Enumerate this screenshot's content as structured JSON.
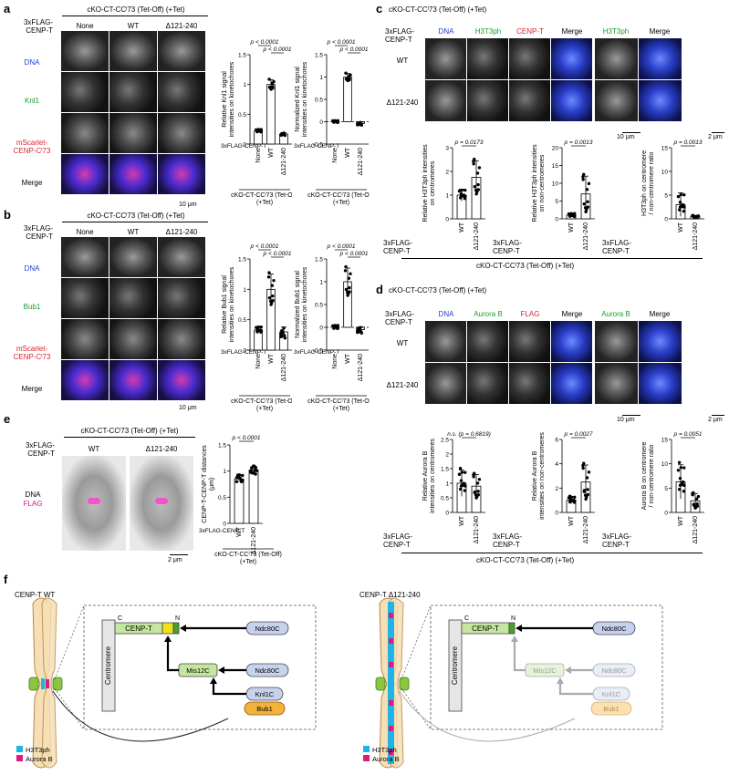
{
  "panel_labels": {
    "a": "a",
    "b": "b",
    "c": "c",
    "d": "d",
    "e": "e",
    "f": "f"
  },
  "common": {
    "construct": "3xFLAG-CENP-T",
    "condition_top": "cKO-CT-CCˡ73 (Tet-Off) (+Tet)",
    "condition_axis": "cKO-CT-CCˡ73 (Tet-Off)",
    "tet": "(+Tet)",
    "cols3": [
      "None",
      "WT",
      "Δ121-240"
    ],
    "cols2": [
      "WT",
      "Δ121-240"
    ],
    "scale_10": "10 μm",
    "scale_2": "2 μm"
  },
  "panel_a": {
    "rows": [
      "DNA",
      "Knl1",
      "mScarlet-CENP-Cˡ73",
      "Merge"
    ],
    "ylabel1": "Relative Knl1 signal intensities on kinetochores",
    "ylabel2": "Normalized Knl1 signal intensities on kinetochores",
    "p1a": "p < 0.0001",
    "p1b": "p < 0.0001",
    "p2a": "p < 0.0001",
    "p2b": "p < 0.0001"
  },
  "panel_b": {
    "rows": [
      "DNA",
      "Bub1",
      "mScarlet-CENP-Cˡ73",
      "Merge"
    ],
    "ylabel1": "Relative Bub1 signal intensities on kinetochores",
    "ylabel2": "Normalized Bub1 signal intensities on kinetochores",
    "p1a": "p < 0.0001",
    "p1b": "p < 0.0001",
    "p2a": "p < 0.0001",
    "p2b": "p < 0.0001"
  },
  "panel_c": {
    "cols": [
      "DNA",
      "H3T3ph",
      "CENP-T",
      "Merge",
      "H3T3ph",
      "Merge"
    ],
    "rows": [
      "WT",
      "Δ121-240"
    ],
    "ylabel1": "Relative H3T3ph intensities on centromeres",
    "ylabel2": "Relative H3T3ph intensities on non-centromeres",
    "ylabel3": "H3T3ph on centromere / non-centromere ratio",
    "p1": "p = 0.0173",
    "p2": "p = 0.0013",
    "p3": "p = 0.0013"
  },
  "panel_d": {
    "cols": [
      "DNA",
      "Aurora B",
      "FLAG",
      "Merge",
      "Aurora B",
      "Merge"
    ],
    "rows": [
      "WT",
      "Δ121-240"
    ],
    "ylabel1": "Relative Aurora B intensities on centromeres",
    "ylabel2": "Relative Aurora B intensities on non-centromeres",
    "ylabel3": "Aurora B on centromere / non-centromere ratio",
    "p1": "n.s. (p = 0.6819)",
    "p2": "p = 0.0027",
    "p3": "p = 0.0051"
  },
  "panel_e": {
    "row_dna": "DNA",
    "row_flag": "FLAG",
    "ylabel": "CENP-T-CENP-T distances (μm)",
    "p": "p < 0.0001"
  },
  "panel_f": {
    "left_title": "CENP-T WT",
    "right_title": "CENP-T Δ121-240",
    "centromere": "Centromere",
    "cenpt": "CENP-T",
    "c_term": "C",
    "n_term": "N",
    "ndc80c": "Ndc80C",
    "mis12c": "Mis12C",
    "knl1c": "Knl1C",
    "bub1": "Bub1",
    "legend_h3": "H3T3ph",
    "legend_aurb": "Aurora B",
    "colors": {
      "h3t3ph": "#1fb4e6",
      "aurora_b": "#e2187b",
      "chromosome": "#f6dfb5",
      "kinetochore": "#8cc63f",
      "bub1": "#f4b23a",
      "complex": "#c7d3ec"
    }
  },
  "chart_data": [
    {
      "type": "scatter",
      "panel": "a",
      "categories": [
        "None",
        "WT",
        "Δ121-240"
      ],
      "series": [
        {
          "values": [
            0.22,
            1.0,
            0.17
          ]
        }
      ],
      "ylim": [
        0,
        1.5
      ],
      "ticks": [
        0,
        0.5,
        1.0,
        1.5
      ]
    },
    {
      "type": "scatter",
      "panel": "a",
      "categories": [
        "None",
        "WT",
        "Δ121-240"
      ],
      "series": [
        {
          "values": [
            0.0,
            1.0,
            -0.04
          ]
        }
      ],
      "ylim": [
        -0.5,
        1.5
      ],
      "ticks": [
        -0.5,
        0,
        0.5,
        1.0,
        1.5
      ]
    },
    {
      "type": "bar",
      "panel": "b",
      "categories": [
        "None",
        "WT",
        "Δ121-240"
      ],
      "series": [
        {
          "values": [
            0.33,
            1.0,
            0.3
          ]
        }
      ],
      "ylim": [
        0,
        1.5
      ],
      "ticks": [
        0,
        0.5,
        1.0,
        1.5
      ]
    },
    {
      "type": "scatter",
      "panel": "b",
      "categories": [
        "None",
        "WT",
        "Δ121-240"
      ],
      "series": [
        {
          "values": [
            0.0,
            1.0,
            -0.05
          ]
        }
      ],
      "ylim": [
        -0.5,
        1.5
      ],
      "ticks": [
        -0.5,
        0,
        0.5,
        1.0,
        1.5
      ]
    },
    {
      "type": "bar",
      "panel": "c",
      "categories": [
        "WT",
        "Δ121-240"
      ],
      "series": [
        {
          "values": [
            1.0,
            1.75
          ]
        }
      ],
      "ylim": [
        0,
        3
      ],
      "ticks": [
        0,
        1,
        2,
        3
      ]
    },
    {
      "type": "bar",
      "panel": "c",
      "categories": [
        "WT",
        "Δ121-240"
      ],
      "series": [
        {
          "values": [
            1.0,
            7.0
          ]
        }
      ],
      "ylim": [
        0,
        20
      ],
      "ticks": [
        0,
        5,
        10,
        15,
        20
      ]
    },
    {
      "type": "bar",
      "panel": "c",
      "categories": [
        "WT",
        "Δ121-240"
      ],
      "series": [
        {
          "values": [
            3.0,
            0.5
          ]
        }
      ],
      "ylim": [
        0,
        15
      ],
      "ticks": [
        0,
        5,
        10,
        15
      ]
    },
    {
      "type": "bar",
      "panel": "d",
      "categories": [
        "WT",
        "Δ121-240"
      ],
      "series": [
        {
          "values": [
            1.0,
            0.9
          ]
        }
      ],
      "ylim": [
        0,
        2.5
      ],
      "ticks": [
        0,
        0.5,
        1.0,
        1.5,
        2.0,
        2.5
      ]
    },
    {
      "type": "bar",
      "panel": "d",
      "categories": [
        "WT",
        "Δ121-240"
      ],
      "series": [
        {
          "values": [
            1.0,
            2.5
          ]
        }
      ],
      "ylim": [
        0,
        6
      ],
      "ticks": [
        0,
        2,
        4,
        6
      ]
    },
    {
      "type": "bar",
      "panel": "d",
      "categories": [
        "WT",
        "Δ121-240"
      ],
      "series": [
        {
          "values": [
            6.3,
            2.4
          ]
        }
      ],
      "ylim": [
        0,
        15
      ],
      "ticks": [
        0,
        5,
        10,
        15
      ]
    },
    {
      "type": "bar",
      "panel": "e",
      "categories": [
        "WT",
        "Δ121-240"
      ],
      "series": [
        {
          "values": [
            0.85,
            1.02
          ]
        }
      ],
      "ylim": [
        0,
        1.5
      ],
      "ticks": [
        0,
        0.5,
        1.0,
        1.5
      ]
    }
  ]
}
